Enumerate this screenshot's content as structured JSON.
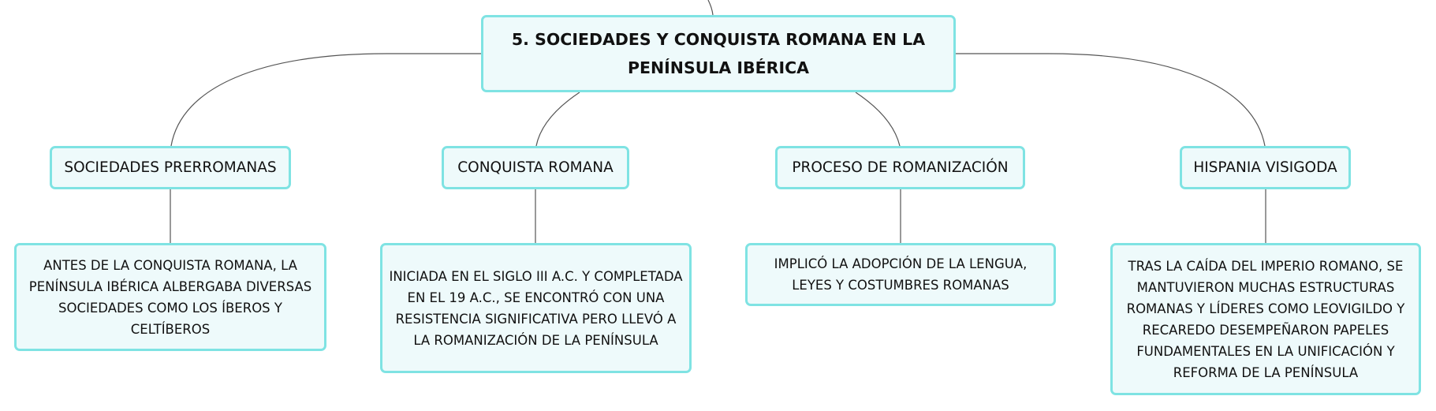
{
  "map": {
    "central": {
      "title": "5. SOCIEDADES Y CONQUISTA ROMANA EN LA PENÍNSULA IBÉRICA"
    },
    "branches": [
      {
        "label": "SOCIEDADES PRERROMANAS",
        "detail": "ANTES DE LA CONQUISTA ROMANA, LA PENÍNSULA IBÉRICA ALBERGABA DIVERSAS SOCIEDADES COMO LOS ÍBEROS Y CELTÍBEROS"
      },
      {
        "label": "CONQUISTA ROMANA",
        "detail": "INICIADA EN EL SIGLO III A.C. Y COMPLETADA EN EL 19 A.C., SE ENCONTRÓ CON UNA RESISTENCIA SIGNIFICATIVA PERO LLEVÓ A LA ROMANIZACIÓN DE LA PENÍNSULA"
      },
      {
        "label": "PROCESO DE ROMANIZACIÓN",
        "detail": "IMPLICÓ LA ADOPCIÓN DE LA LENGUA, LEYES Y COSTUMBRES ROMANAS"
      },
      {
        "label": "HISPANIA VISIGODA",
        "detail": "TRAS LA CAÍDA DEL IMPERIO ROMANO, SE MANTUVIERON MUCHAS ESTRUCTURAS ROMANAS Y LÍDERES COMO LEOVIGILDO Y RECAREDO DESEMPEÑARON PAPELES FUNDAMENTALES EN LA UNIFICACIÓN Y REFORMA DE LA PENÍNSULA"
      }
    ]
  },
  "colors": {
    "node_fill": "#eefafb",
    "node_border": "#7fe3e3",
    "connector": "#555555",
    "text": "#111111"
  }
}
